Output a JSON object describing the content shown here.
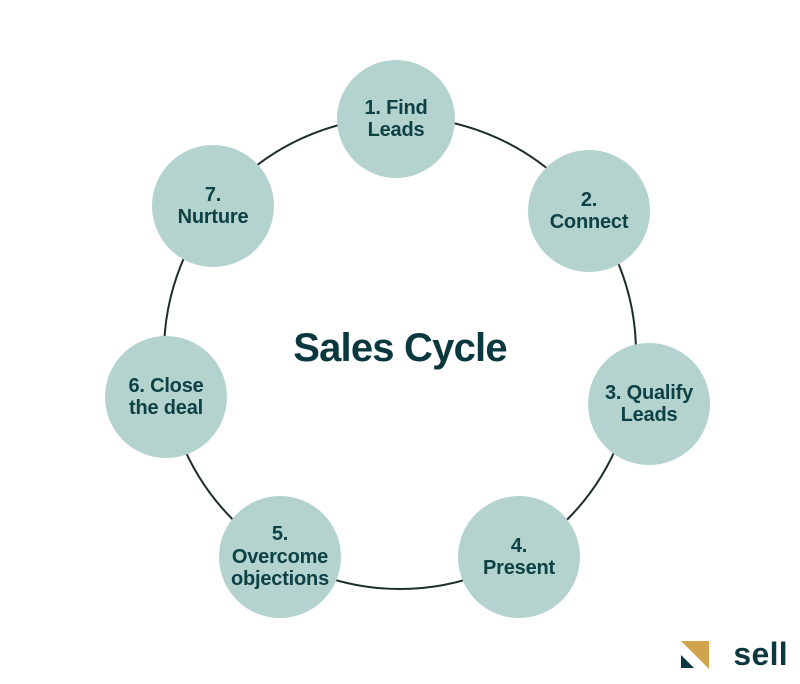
{
  "cycle": {
    "title": "Sales Cycle",
    "nodes": [
      {
        "step": 1,
        "label": "1. Find\nLeads"
      },
      {
        "step": 2,
        "label": "2.\nConnect"
      },
      {
        "step": 3,
        "label": "3. Qualify\nLeads"
      },
      {
        "step": 4,
        "label": "4.\nPresent"
      },
      {
        "step": 5,
        "label": "5.\nOvercome\nobjections"
      },
      {
        "step": 6,
        "label": "6. Close\nthe deal"
      },
      {
        "step": 7,
        "label": "7.\nNurture"
      }
    ]
  },
  "brand": {
    "name": "sell",
    "icon": "sell-arrow-icon"
  },
  "colors": {
    "node_fill": "#b5d3ce",
    "ink": "#0c4145",
    "title_ink": "#0b383e",
    "ring": "#1c2f2d",
    "gold": "#d1a34c",
    "background": "#ffffff"
  }
}
